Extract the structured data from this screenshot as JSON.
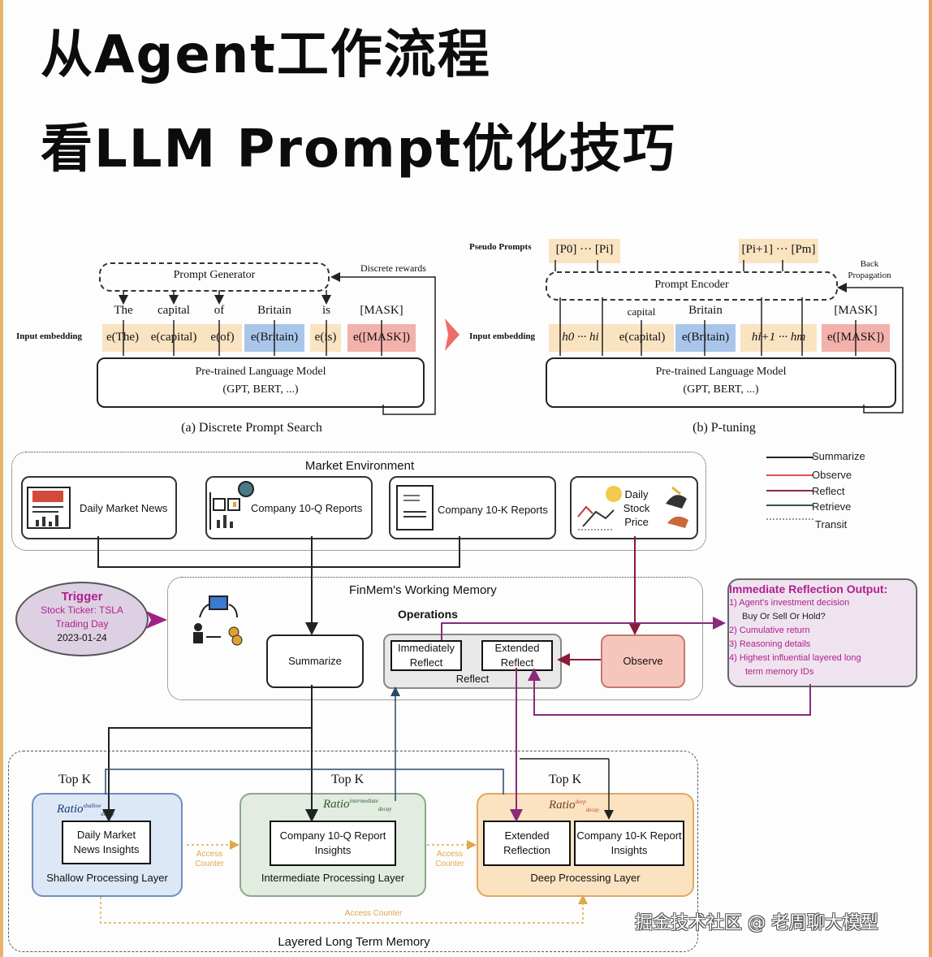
{
  "title": {
    "line1": "从Agent工作流程",
    "line2": "看LLM Prompt优化技巧"
  },
  "figure_a": {
    "generator_label": "Prompt Generator",
    "reward_label": "Discrete rewards",
    "tokens": [
      "The",
      "capital",
      "of",
      "Britain",
      "is",
      "[MASK]"
    ],
    "input_embedding_label": "Input embedding",
    "embeddings": [
      "e(The)",
      "e(capital)",
      "e(of)",
      "e(Britain)",
      "e(is)",
      "e([MASK])"
    ],
    "model_line1": "Pre-trained Language Model",
    "model_line2": "(GPT, BERT, ...)",
    "caption": "(a) Discrete Prompt Search"
  },
  "figure_b": {
    "pseudo_label": "Pseudo Prompts",
    "pseudo_left": "[P0] ··· [Pi]",
    "pseudo_right": "[Pi+1] ··· [Pm]",
    "encoder_label": "Prompt Encoder",
    "backprop_label": "Back Propagation",
    "tokens": [
      "capital",
      "Britain",
      "[MASK]"
    ],
    "input_embedding_label": "Input embedding",
    "emb_h_left": "h0 ··· hi",
    "emb_capital": "e(capital)",
    "emb_britain": "e(Britain)",
    "emb_h_right": "hi+1 ··· hm",
    "emb_mask": "e([MASK])",
    "model_line1": "Pre-trained Language Model",
    "model_line2": "(GPT, BERT, ...)",
    "caption": "(b) P-tuning"
  },
  "legend": [
    {
      "label": "Summarize",
      "color": "#222222",
      "style": "solid"
    },
    {
      "label": "Observe",
      "color": "#e05050",
      "style": "solid"
    },
    {
      "label": "Reflect",
      "color": "#8a2a5a",
      "style": "solid"
    },
    {
      "label": "Retrieve",
      "color": "#2f5a3a",
      "style": "solid"
    },
    {
      "label": "Transit",
      "color": "#999999",
      "style": "dotted"
    }
  ],
  "market": {
    "title": "Market Environment",
    "cards": [
      "Daily Market News",
      "Company 10-Q Reports",
      "Company 10-K Reports"
    ],
    "price_card": [
      "Daily",
      "Stock",
      "Price"
    ]
  },
  "trigger": {
    "title": "Trigger",
    "line1": "Stock Ticker: TSLA",
    "line2": "Trading Day",
    "line3": "2023-01-24"
  },
  "working_memory": {
    "title": "FinMem's Working Memory",
    "operations": "Operations",
    "summarize": "Summarize",
    "immediately_reflect": "Immediately Reflect",
    "extended_reflect": "Extended Reflect",
    "reflect": "Reflect",
    "observe": "Observe"
  },
  "reflection_output": {
    "title": "Immediate Reflection Output:",
    "items": [
      "1) Agent's investment decision",
      "Buy Or Sell Or Hold?",
      "2) Cumulative return",
      "3) Reasoning details",
      "4) Highest influential layered long",
      "term memory IDs"
    ]
  },
  "long_memory": {
    "title": "Layered Long Term Memory",
    "topk": "Top K",
    "access_counter": "Access Counter",
    "layers": [
      {
        "name": "Shallow Processing Layer",
        "ratio": "Ratio",
        "ratio_sup": "shallow",
        "ratio_sub": "decay",
        "items": [
          "Daily Market News Insights"
        ],
        "color": "#dce8f6",
        "border": "#6f8fc0"
      },
      {
        "name": "Intermediate Processing Layer",
        "ratio": "Ratio",
        "ratio_sup": "intermediate",
        "ratio_sub": "decay",
        "items": [
          "Company 10-Q Report Insights"
        ],
        "color": "#e2ece1",
        "border": "#8aa888"
      },
      {
        "name": "Deep Processing Layer",
        "ratio": "Ratio",
        "ratio_sup": "deep",
        "ratio_sub": "decay",
        "items": [
          "Extended Reflection",
          "Company 10-K Report Insights"
        ],
        "color": "#fbe3c2",
        "border": "#e0a860"
      }
    ]
  },
  "watermark": "掘金技术社区 @ 老周聊大模型",
  "colors": {
    "emb_orange": "#fae3c0",
    "emb_blue": "#a9c6ea",
    "emb_red": "#f3b1ab",
    "observe_fill": "#f6c6bc",
    "trigger_fill": "#ddd0e3",
    "reflection_fill": "#efe3ef",
    "magenta": "#b0208f",
    "accent_red": "#f06a6a"
  }
}
